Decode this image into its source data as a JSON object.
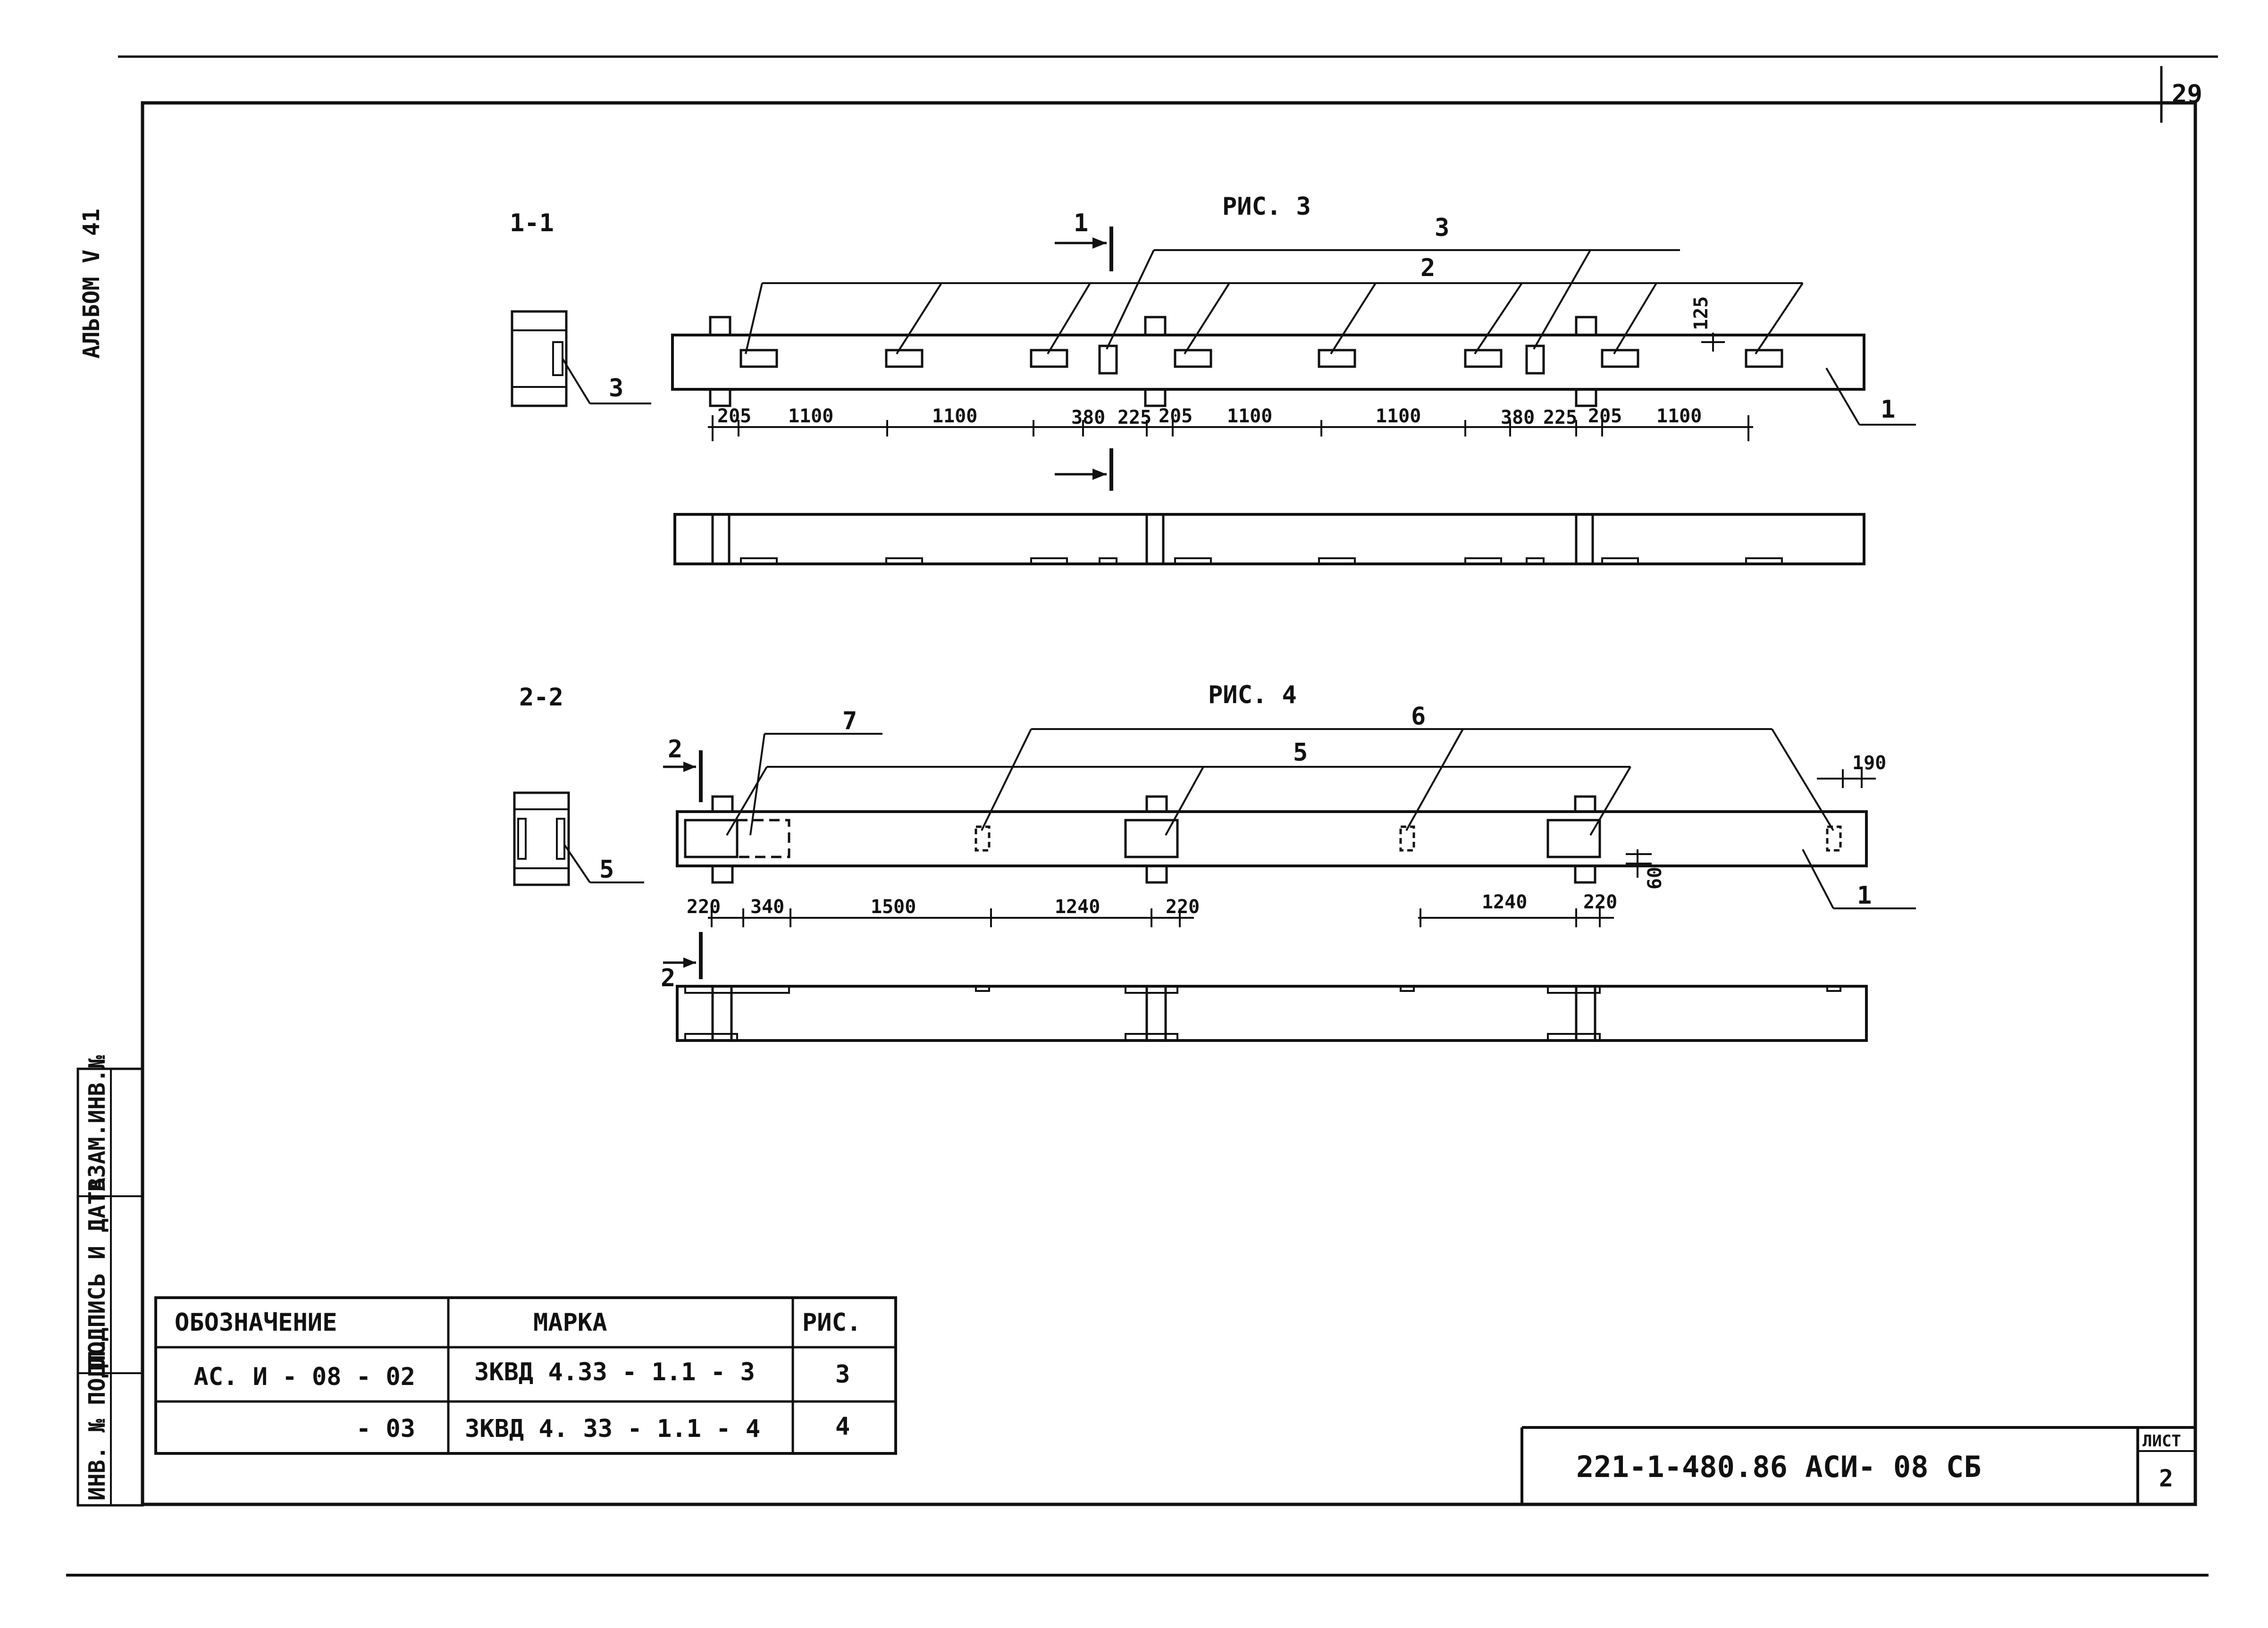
{
  "sheet": {
    "page_number": "29",
    "album": "АЛЬБОМ V 41",
    "side_stamp": {
      "inv_no": "ИНВ. № ПОДЛ.",
      "signature_date": "ПОДПИСЬ И ДАТА",
      "replace_inv_no": "ВЗАМ.ИНВ.№"
    }
  },
  "fig3": {
    "title": "РИС. 3",
    "section_label": "1-1",
    "cut_mark": "1",
    "callouts": {
      "c1": "1",
      "c2": "2",
      "c3": "3",
      "c3_section": "3"
    },
    "dim_125": "125",
    "dims": [
      "205",
      "1100",
      "1100",
      "380",
      "225",
      "205",
      "1100",
      "1100",
      "380",
      "225",
      "205",
      "1100"
    ]
  },
  "fig4": {
    "title": "РИС. 4",
    "section_label": "2-2",
    "cut_mark": "2",
    "callouts": {
      "c1": "1",
      "c5": "5",
      "c6": "6",
      "c7": "7",
      "c5_section": "5"
    },
    "dim_190": "190",
    "dim_60": "60",
    "dims_left": [
      "220",
      "340",
      "1500",
      "1240",
      "220"
    ],
    "dims_right": [
      "1240",
      "220"
    ]
  },
  "spec_table": {
    "headers": [
      "ОБОЗНАЧЕНИЕ",
      "МАРКА",
      "РИС."
    ],
    "rows": [
      [
        "АС. И - 08 - 02",
        "3КВД   4.33 - 1.1 - 3",
        "3"
      ],
      [
        "- 03",
        "3КВД   4. 33 - 1.1 - 4",
        "4"
      ]
    ]
  },
  "title_block": {
    "code": "221-1-480.86 АСИ- 08 СБ",
    "sheet_label": "ЛИСТ",
    "sheet_no": "2"
  }
}
